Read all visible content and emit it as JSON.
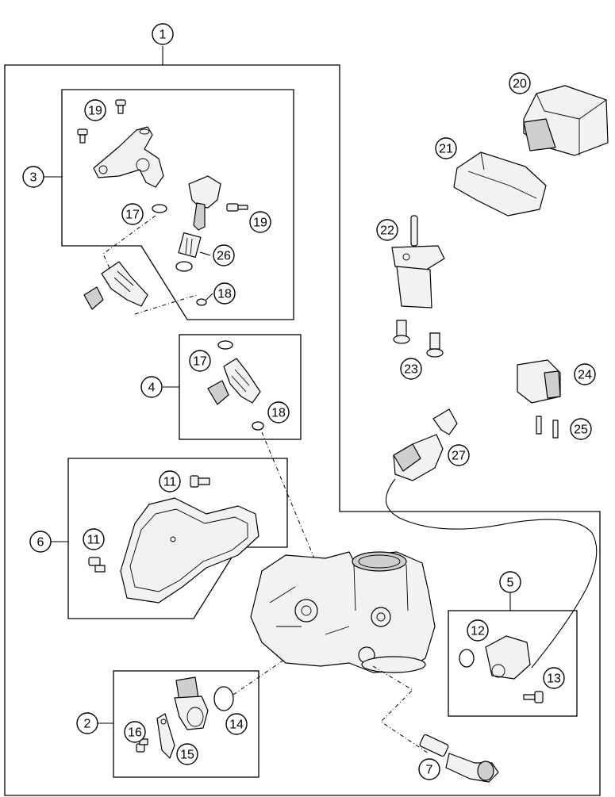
{
  "callouts": [
    {
      "id": "c1",
      "label": "1"
    },
    {
      "id": "c2",
      "label": "2"
    },
    {
      "id": "c3",
      "label": "3"
    },
    {
      "id": "c4",
      "label": "4"
    },
    {
      "id": "c5",
      "label": "5"
    },
    {
      "id": "c6",
      "label": "6"
    },
    {
      "id": "c7",
      "label": "7"
    },
    {
      "id": "c11a",
      "label": "11"
    },
    {
      "id": "c11b",
      "label": "11"
    },
    {
      "id": "c12",
      "label": "12"
    },
    {
      "id": "c13",
      "label": "13"
    },
    {
      "id": "c14",
      "label": "14"
    },
    {
      "id": "c15",
      "label": "15"
    },
    {
      "id": "c16",
      "label": "16"
    },
    {
      "id": "c17a",
      "label": "17"
    },
    {
      "id": "c17b",
      "label": "17"
    },
    {
      "id": "c18a",
      "label": "18"
    },
    {
      "id": "c18b",
      "label": "18"
    },
    {
      "id": "c19a",
      "label": "19"
    },
    {
      "id": "c19b",
      "label": "19"
    },
    {
      "id": "c20",
      "label": "20"
    },
    {
      "id": "c21",
      "label": "21"
    },
    {
      "id": "c22",
      "label": "22"
    },
    {
      "id": "c23",
      "label": "23"
    },
    {
      "id": "c24",
      "label": "24"
    },
    {
      "id": "c25",
      "label": "25"
    },
    {
      "id": "c26",
      "label": "26"
    },
    {
      "id": "c27",
      "label": "27"
    }
  ]
}
